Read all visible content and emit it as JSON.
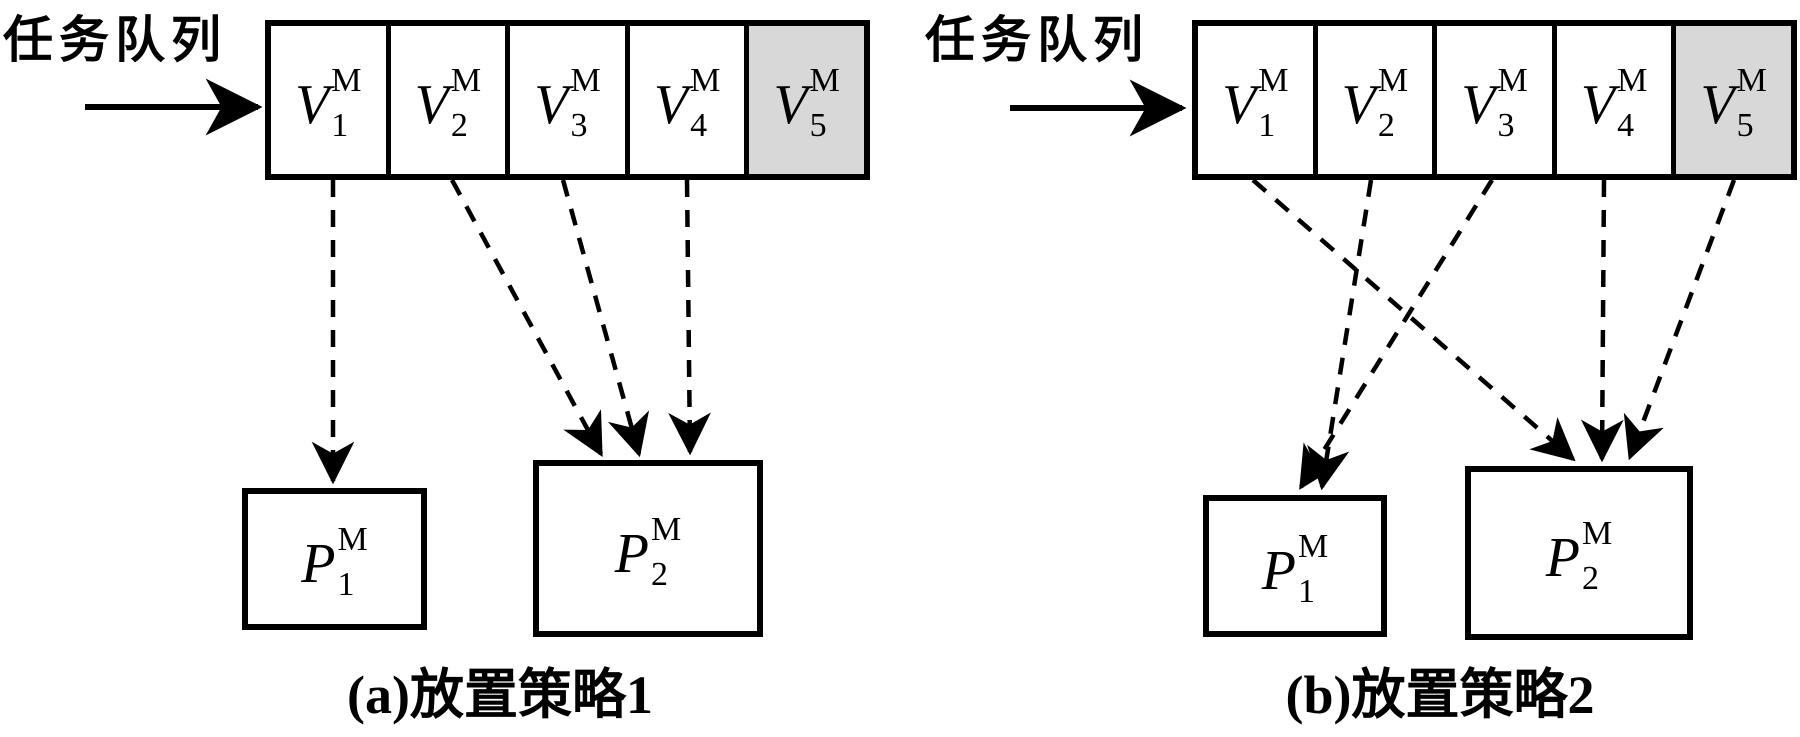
{
  "figure": {
    "colors": {
      "stroke": "#000000",
      "background": "#ffffff",
      "shaded_cell": "#d8d8d8"
    },
    "panels": [
      {
        "id": "a",
        "queue_label": "任务队列",
        "caption": "(a)放置策略1",
        "queue": {
          "cells": [
            {
              "base": "V",
              "sub": "1",
              "sup": "M",
              "shaded": false
            },
            {
              "base": "V",
              "sub": "2",
              "sup": "M",
              "shaded": false
            },
            {
              "base": "V",
              "sub": "3",
              "sup": "M",
              "shaded": false
            },
            {
              "base": "V",
              "sub": "4",
              "sup": "M",
              "shaded": false
            },
            {
              "base": "V",
              "sub": "5",
              "sup": "M",
              "shaded": true
            }
          ]
        },
        "processors": [
          {
            "base": "P",
            "sub": "1",
            "sup": "M"
          },
          {
            "base": "P",
            "sub": "2",
            "sup": "M"
          }
        ],
        "assignments": [
          {
            "from": "V1",
            "to": "P1"
          },
          {
            "from": "V2",
            "to": "P2"
          },
          {
            "from": "V3",
            "to": "P2"
          },
          {
            "from": "V4",
            "to": "P2"
          }
        ]
      },
      {
        "id": "b",
        "queue_label": "任务队列",
        "caption": "(b)放置策略2",
        "queue": {
          "cells": [
            {
              "base": "V",
              "sub": "1",
              "sup": "M",
              "shaded": false
            },
            {
              "base": "V",
              "sub": "2",
              "sup": "M",
              "shaded": false
            },
            {
              "base": "V",
              "sub": "3",
              "sup": "M",
              "shaded": false
            },
            {
              "base": "V",
              "sub": "4",
              "sup": "M",
              "shaded": false
            },
            {
              "base": "V",
              "sub": "5",
              "sup": "M",
              "shaded": true
            }
          ]
        },
        "processors": [
          {
            "base": "P",
            "sub": "1",
            "sup": "M"
          },
          {
            "base": "P",
            "sub": "2",
            "sup": "M"
          }
        ],
        "assignments": [
          {
            "from": "V1",
            "to": "P2"
          },
          {
            "from": "V2",
            "to": "P1"
          },
          {
            "from": "V3",
            "to": "P1"
          },
          {
            "from": "V4",
            "to": "P2"
          },
          {
            "from": "V5",
            "to": "P2"
          }
        ]
      }
    ]
  }
}
